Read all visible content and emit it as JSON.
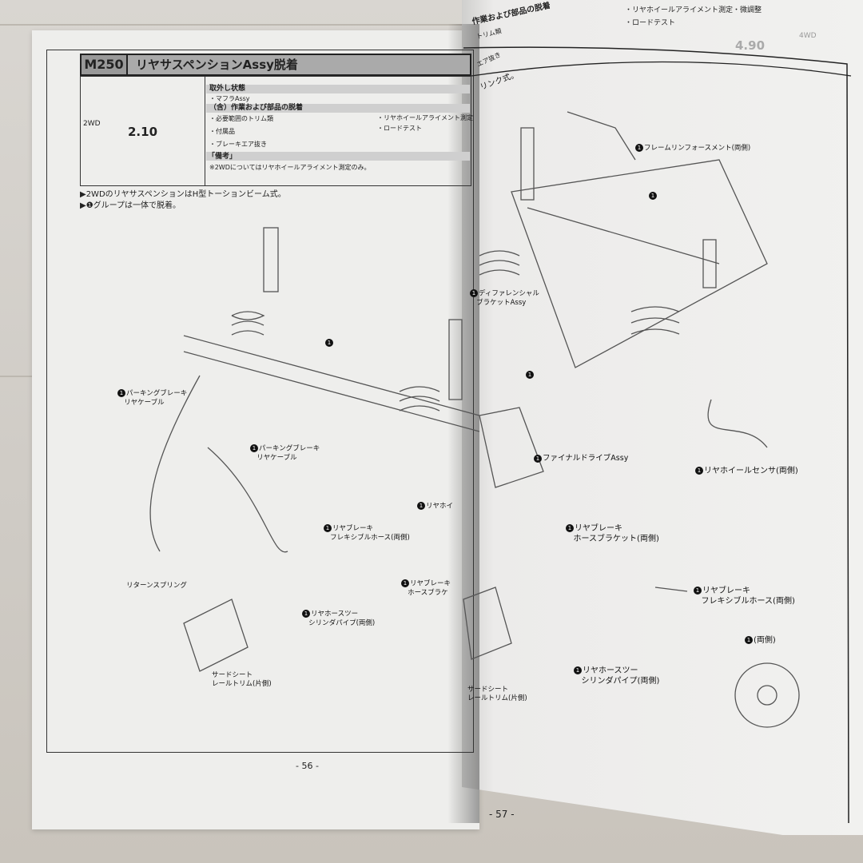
{
  "left_page": {
    "code": "M250",
    "title": "リヤサスペンションAssy脱着",
    "drive": "2WD",
    "hours": "2.10",
    "removal_state_heading": "取外し状態",
    "removal_state_item": "・マフラAssy",
    "included_heading": "（含）作業および部品の脱着",
    "included_items": [
      "・必要範囲のトリム類",
      "・付属品",
      "・ブレーキエア抜き"
    ],
    "included_items_right": [
      "・リヤホイールアライメント測定",
      "・ロードテスト"
    ],
    "remarks_heading": "「備考」",
    "remarks_text": "※2WDについてはリヤホイールアライメント測定のみ。",
    "notes": [
      "▶2WDのリヤサスペンションはH型トーションビーム式。",
      "▶❶グループは一体で脱着。"
    ],
    "callout_num": "1",
    "labels": {
      "parking_cable_1": [
        "パーキングブレーキ",
        "リヤケーブル"
      ],
      "parking_cable_2": [
        "パーキングブレーキ",
        "リヤケーブル"
      ],
      "wheel_sensor": "リヤホイ",
      "flex_hose": [
        "リヤブレーキ",
        "フレキシブルホース(両側)"
      ],
      "hose_bracket": [
        "リヤブレーキ",
        "ホースブラケ"
      ],
      "cyl_pipe": [
        "リヤホースツー",
        "シリンダパイプ(両側)"
      ],
      "return_spring": "リターンスプリング",
      "seat_trim": [
        "サードシート",
        "レールトリム(片側)"
      ]
    },
    "page_number": "- 56 -"
  },
  "right_page": {
    "top_items": [
      "・リヤホイールアライメント測定・微調整",
      "・ロードテスト"
    ],
    "top_left_heading": "作業および部品の脱着",
    "top_left_items": [
      "トリム類",
      "エア抜き"
    ],
    "drive": "4WD",
    "hours": "4.90",
    "note_fragment": "リンク式。",
    "labels": {
      "frame_reinforcement": "フレームリンフォースメント(両側)",
      "diff_bracket": [
        "ディファレンシャル",
        "ブラケットAssy"
      ],
      "final_drive": "ファイナルドライブAssy",
      "wheel_sensor": "リヤホイールセンサ(両側)",
      "hose_bracket": [
        "リヤブレーキ",
        "ホースブラケット(両側)"
      ],
      "flex_hose": [
        "リヤブレーキ",
        "フレキシブルホース(両側)"
      ],
      "both_sides": "(両側)",
      "cyl_pipe": [
        "リヤホースツー",
        "シリンダパイプ(両側)"
      ],
      "seat_trim": [
        "サードシート",
        "レールトリム(片側)"
      ]
    },
    "page_number": "- 57 -"
  }
}
